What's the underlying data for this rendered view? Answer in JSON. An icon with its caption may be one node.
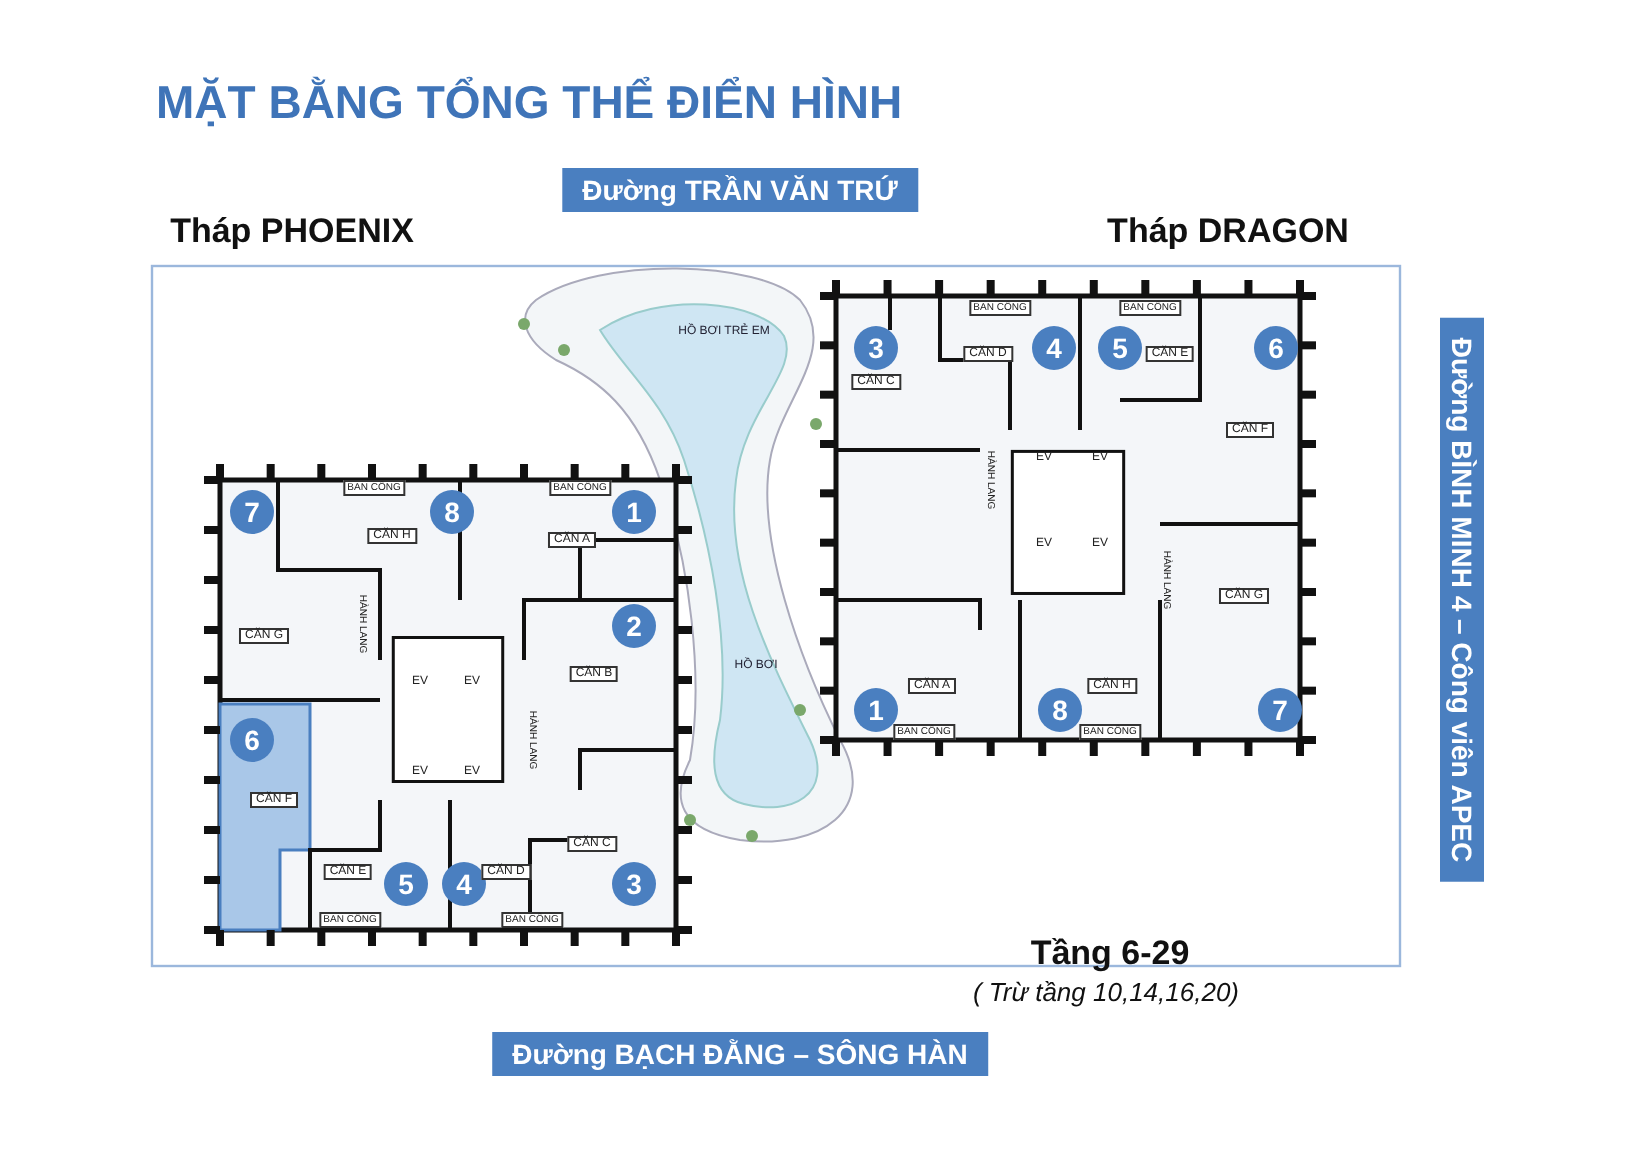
{
  "diagram": {
    "title": "MẶT BẰNG TỔNG THỂ ĐIỂN HÌNH",
    "labels": [
      "Đường TRẦN VĂN TRỨ",
      "Tháp PHOENIX",
      "Tháp DRAGON",
      "HỒ BƠI TRẺ EM",
      "3",
      "CĂN C",
      "CĂN D",
      "4",
      "5",
      "CĂN E",
      "6",
      "CĂN F",
      "Đường BÌNH MINH 4 – Công viên APEC",
      "7",
      "8",
      "CĂN H",
      "1",
      "CĂN A",
      "CĂN G",
      "2",
      "CĂN B",
      "HỒ BƠI",
      "6",
      "CĂN F",
      "CĂN E",
      "5",
      "4",
      "CĂN D",
      "CĂN C",
      "3",
      "CĂN G",
      "CĂN A",
      "1",
      "CĂN H",
      "8",
      "7",
      "Tầng 6-29",
      "( Trừ tầng 10,14,16,20)",
      "Đường BẠCH ĐẰNG – SÔNG HÀN",
      "BAN CÔNG",
      "BAN CÔNG",
      "BAN CÔNG",
      "BAN CÔNG",
      "BAN CÔNG",
      "BAN CÔNG",
      "BAN CÔNG",
      "BAN CÔNG",
      "EV",
      "EV",
      "EV",
      "EV",
      "EV",
      "EV",
      "EV",
      "EV",
      "HÀNH LANG",
      "HÀNH LANG",
      "HÀNH LANG",
      "HÀNH LANG"
    ]
  }
}
